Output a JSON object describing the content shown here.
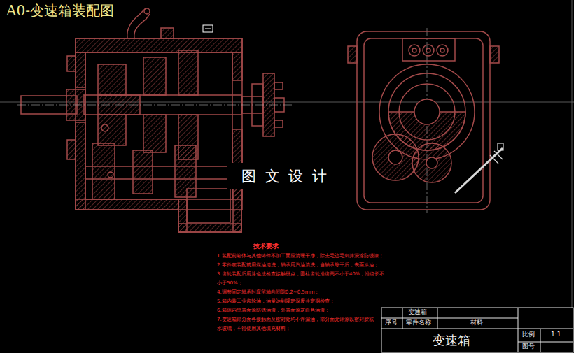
{
  "diagram": {
    "title": "A0-变速箱装配图",
    "labels": [
      "图 文 设 计",
      "技术要求",
      "1.装配前箱体与其他铸件不加工面应清理干净，除去毛边毛刺并浸涂防锈漆；",
      "2.零件在装配前用煤油清洗，轴承用汽油清洗，当轴承晾干后，表面涂油；",
      "3.齿轮装配后用涂色法检查接触斑点，圆柱齿轮沿齿高不小于40%，沿齿长不小于50%；",
      "4.调整固定轴承时应留轴向间隙0.2~0.5mm；",
      "5.箱内装工业齿轮油，油量达到规定深度并定期检查；",
      "6.箱体内壁表面涂防锈油漆，外表面涂灰白色油漆；",
      "7.变速箱部分面各接触面及密封处均不许漏油，部分面允许涂以密封胶或水玻璃，不得使用其他填充材料；",
      "变速箱",
      "序号",
      "零件名称",
      "材料",
      "变速箱",
      "比例",
      "1:1",
      "图号"
    ]
  }
}
